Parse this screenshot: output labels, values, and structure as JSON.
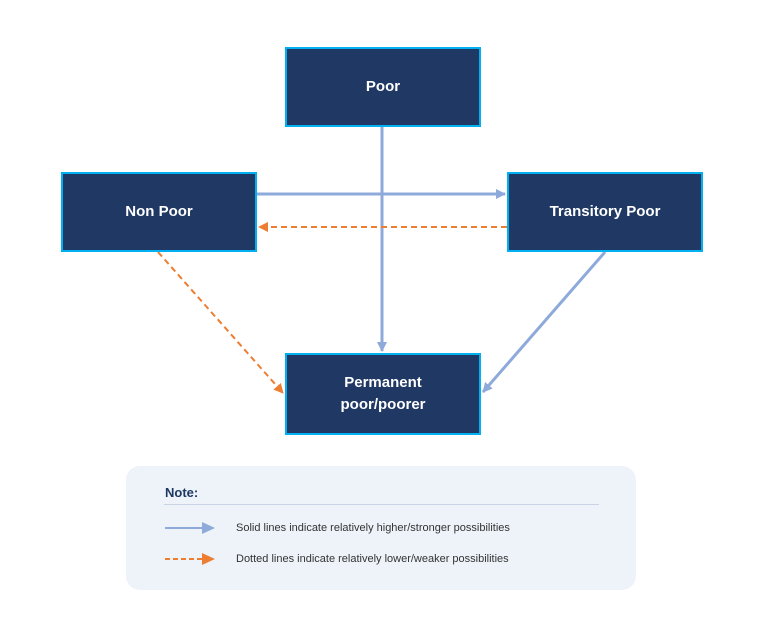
{
  "nodes": {
    "poor": "Poor",
    "non_poor": "Non Poor",
    "transitory_poor": "Transitory Poor",
    "permanent_poor": "Permanent poor/poorer"
  },
  "colors": {
    "node_fill": "#1f3864",
    "node_border": "#00b0f0",
    "solid_line": "#8eaadb",
    "dotted_line": "#ed7d31"
  },
  "note": {
    "title": "Note:",
    "solid_desc": "Solid lines indicate relatively higher/stronger possibilities",
    "dotted_desc": "Dotted lines indicate relatively lower/weaker possibilities"
  }
}
